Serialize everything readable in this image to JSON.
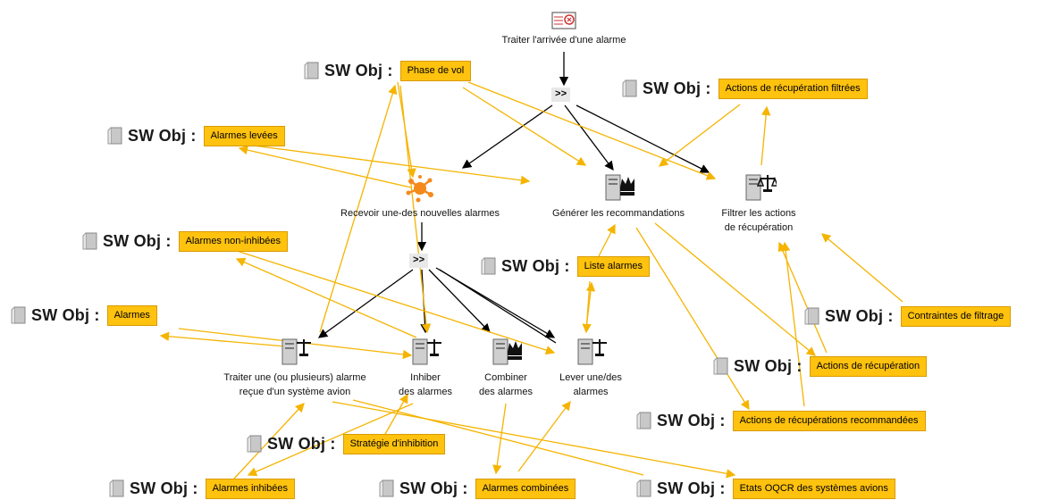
{
  "diagram": {
    "sw_prefix": "SW Obj :",
    "objects": [
      {
        "value": "Phase de vol"
      },
      {
        "value": "Actions de récupération filtrées"
      },
      {
        "value": "Alarmes levées"
      },
      {
        "value": "Alarmes non-inhibées"
      },
      {
        "value": "Liste alarmes"
      },
      {
        "value": "Alarmes"
      },
      {
        "value": "Contraintes de filtrage"
      },
      {
        "value": "Actions de récupération"
      },
      {
        "value": "Actions de récupérations recommandées"
      },
      {
        "value": "Stratégie d'inhibition"
      },
      {
        "value": "Alarmes inhibées"
      },
      {
        "value": "Alarmes combinées"
      },
      {
        "value": "Etats OQCR des systèmes avions"
      }
    ],
    "tasks": {
      "root": {
        "label": "Traiter l'arrivée d'une alarme"
      },
      "receive": {
        "label": "Recevoir une-des nouvelles alarmes"
      },
      "generate": {
        "label": "Générer les recommandations"
      },
      "filter": {
        "label1": "Filtrer les actions",
        "label2": "de récupération"
      },
      "treat": {
        "label1": "Traiter une (ou plusieurs) alarme",
        "label2": "reçue d'un système avion"
      },
      "inhibit": {
        "label1": "Inhiber",
        "label2": "des alarmes"
      },
      "combine": {
        "label1": "Combiner",
        "label2": "des alarmes"
      },
      "raise": {
        "label1": "Lever une/des",
        "label2": "alarmes"
      }
    },
    "operators": {
      "seq1": ">>",
      "seq2": ">>"
    }
  }
}
